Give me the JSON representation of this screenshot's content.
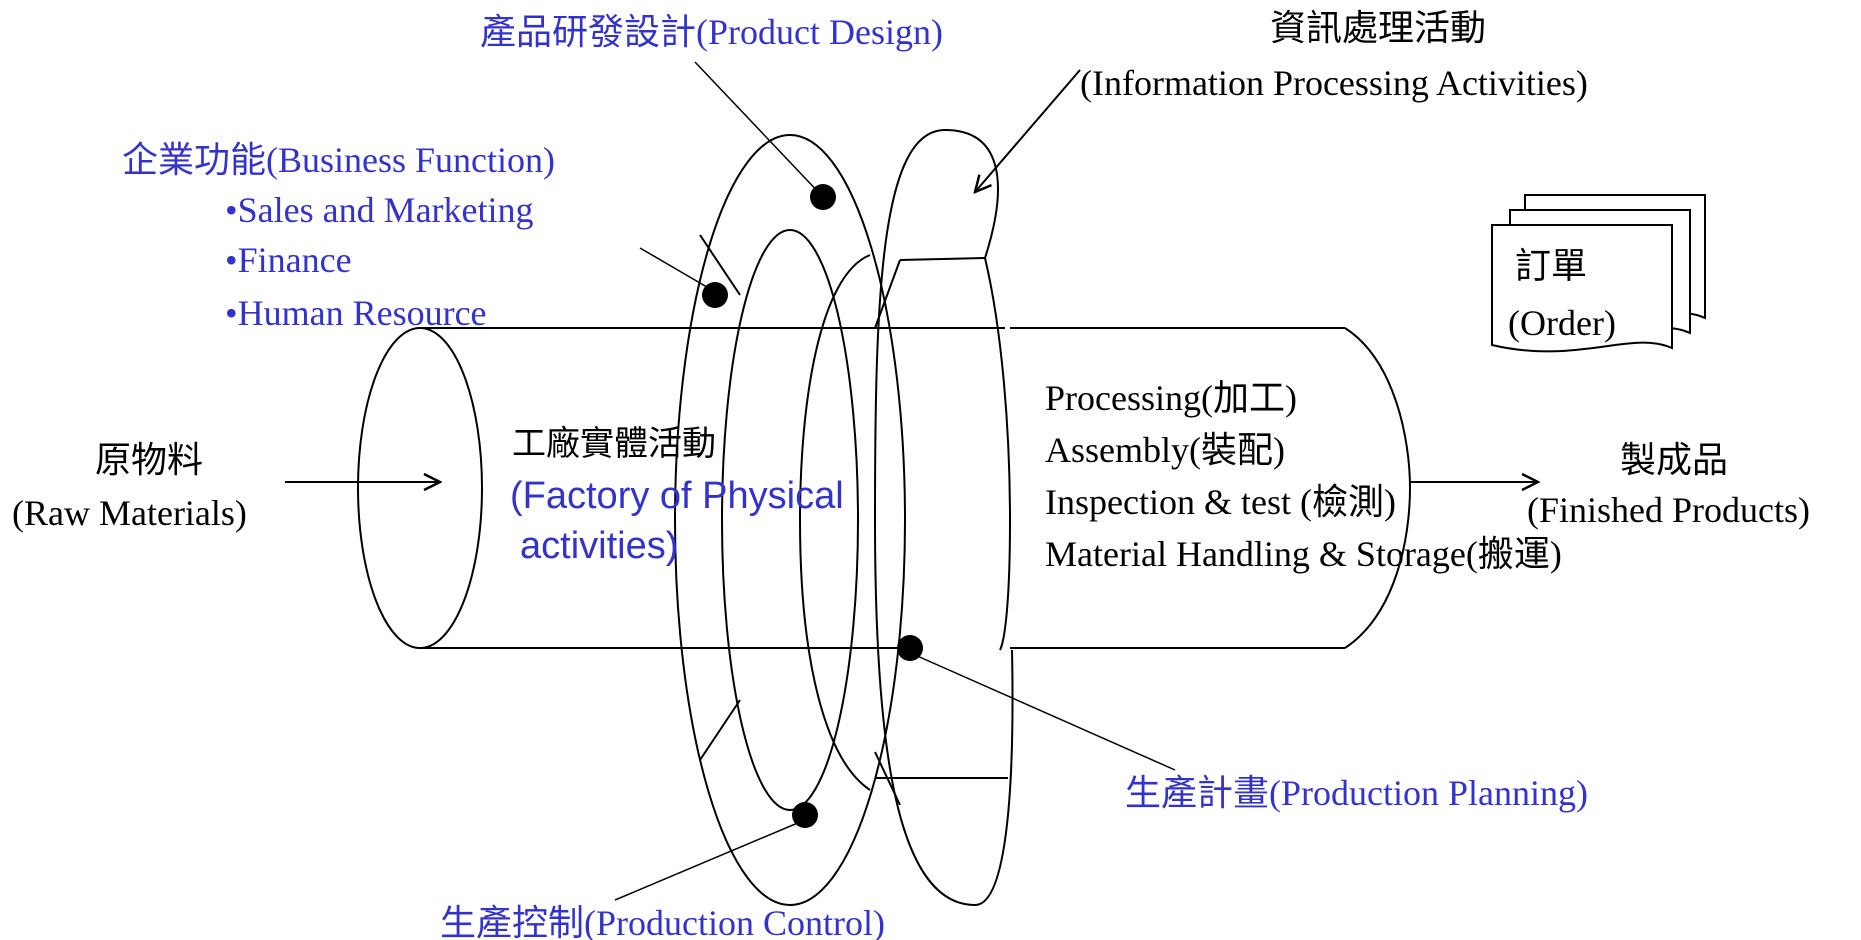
{
  "colors": {
    "accent_blue": "#3333cc",
    "line": "#000000",
    "background": "#ffffff"
  },
  "labels": {
    "product_design": "產品研發設計(Product Design)",
    "info_processing_zh": "資訊處理活動",
    "info_processing_en": "(Information Processing Activities)",
    "business_function": "企業功能(Business Function)",
    "bullet_sales": "•Sales and Marketing",
    "bullet_finance": "•Finance",
    "bullet_hr": "•Human Resource",
    "order_zh": "訂單",
    "order_en": "(Order)",
    "raw_materials_zh": "原物料",
    "raw_materials_en": "(Raw Materials)",
    "factory_zh": "工廠實體活動",
    "factory_en_1": "(Factory of Physical",
    "factory_en_2": "activities)",
    "processing": "Processing(加工)",
    "assembly": "Assembly(裝配)",
    "inspection": "Inspection & test (檢測)",
    "material_handling": "Material Handling & Storage(搬運)",
    "finished_zh": "製成品",
    "finished_en": "(Finished Products)",
    "production_planning": "生產計畫(Production Planning)",
    "production_control": "生產控制(Production Control)"
  }
}
